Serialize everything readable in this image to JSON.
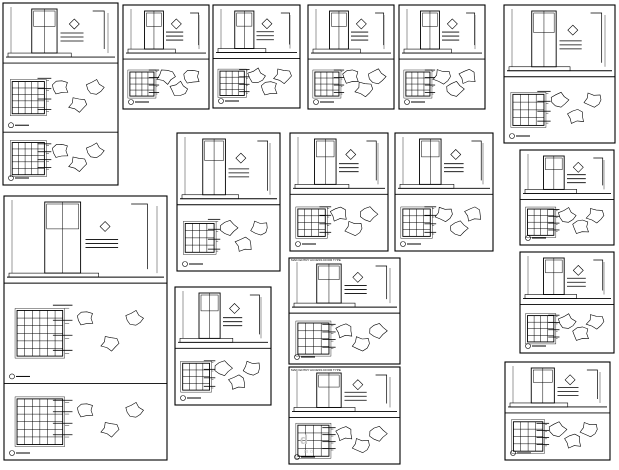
{
  "drawing": {
    "line_color": "#000000",
    "background": "#ffffff",
    "watermark_color": "#c8c8c8"
  },
  "captions": [
    "MAIN ENTRY ACCESS DOOR TYPE",
    "MAIN ENTRY ACCESS DOOR TYPE"
  ],
  "watermark": {
    "main": "d",
    "sub": "mo"
  },
  "sheets": [
    {
      "id": "A1",
      "detail": "column-grid",
      "layout": "triple"
    },
    {
      "id": "B1",
      "detail": "small-grid",
      "layout": "double"
    },
    {
      "id": "C1",
      "detail": "small-grid",
      "layout": "double"
    },
    {
      "id": "D1",
      "detail": "small-grid",
      "layout": "double"
    },
    {
      "id": "E1",
      "detail": "small-grid",
      "layout": "double"
    },
    {
      "id": "F1",
      "detail": "grid",
      "layout": "double"
    },
    {
      "id": "G1",
      "detail": "grid",
      "layout": "double"
    },
    {
      "id": "H1",
      "detail": "small-grid",
      "layout": "double"
    },
    {
      "id": "I1",
      "detail": "small-grid",
      "layout": "double"
    },
    {
      "id": "J1",
      "detail": "small-grid",
      "layout": "double"
    },
    {
      "id": "K1",
      "detail": "large-grid",
      "layout": "triple"
    },
    {
      "id": "L1",
      "detail": "grid",
      "layout": "double"
    },
    {
      "id": "M1",
      "detail": "small-grid",
      "layout": "double"
    },
    {
      "id": "N1",
      "detail": "small-grid",
      "layout": "double"
    },
    {
      "id": "O1",
      "detail": "small-grid",
      "layout": "double"
    },
    {
      "id": "P1",
      "detail": "small-grid",
      "layout": "double"
    }
  ]
}
